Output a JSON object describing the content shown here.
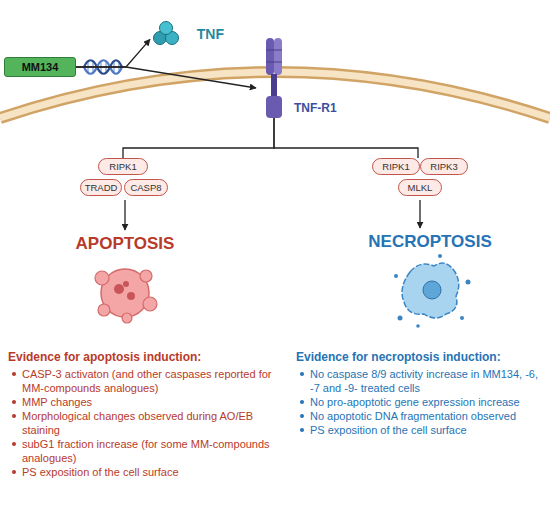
{
  "diagram": {
    "nodes": [
      {
        "text": [
          "MM134"
        ]
      },
      {
        "text": [
          "TNF"
        ]
      },
      {
        "text": [
          "TNF-R1"
        ]
      },
      {
        "text": [
          "RIPK1"
        ]
      },
      {
        "text": [
          "TRADD"
        ]
      },
      {
        "text": [
          "CASP8"
        ]
      },
      {
        "text": [
          "RIPK1"
        ]
      },
      {
        "text": [
          "RIPK3"
        ]
      },
      {
        "text": [
          "MLKL"
        ]
      }
    ],
    "edges": [
      {
        "from": 0,
        "to": 1,
        "arrow": "to"
      },
      {
        "from": 0,
        "to": 2,
        "arrow": "to"
      },
      {
        "from": 2,
        "to": 3,
        "arrow": "none"
      },
      {
        "from": 2,
        "to": 6,
        "arrow": "none"
      }
    ],
    "labels": [
      "APOPTOSIS",
      "NECROPTOSIS",
      "Evidence for apoptosis induction:",
      "CASP-3 activaton (and other caspases reported for MM-compounds analogues)",
      "MMP changes",
      "Morphological changes observed during AO/EB staining",
      "subG1 fraction increase (for some MM-compounds analogues)",
      "PS exposition of the cell surface",
      "Evidence for necroptosis induction:",
      "No caspase 8/9 activity increase in MM134, -6, -7 and -9- treated cells",
      "No pro-apoptotic gene expression increase",
      "No apoptotic DNA fragmentation observed",
      "PS exposition of the cell surface"
    ]
  }
}
